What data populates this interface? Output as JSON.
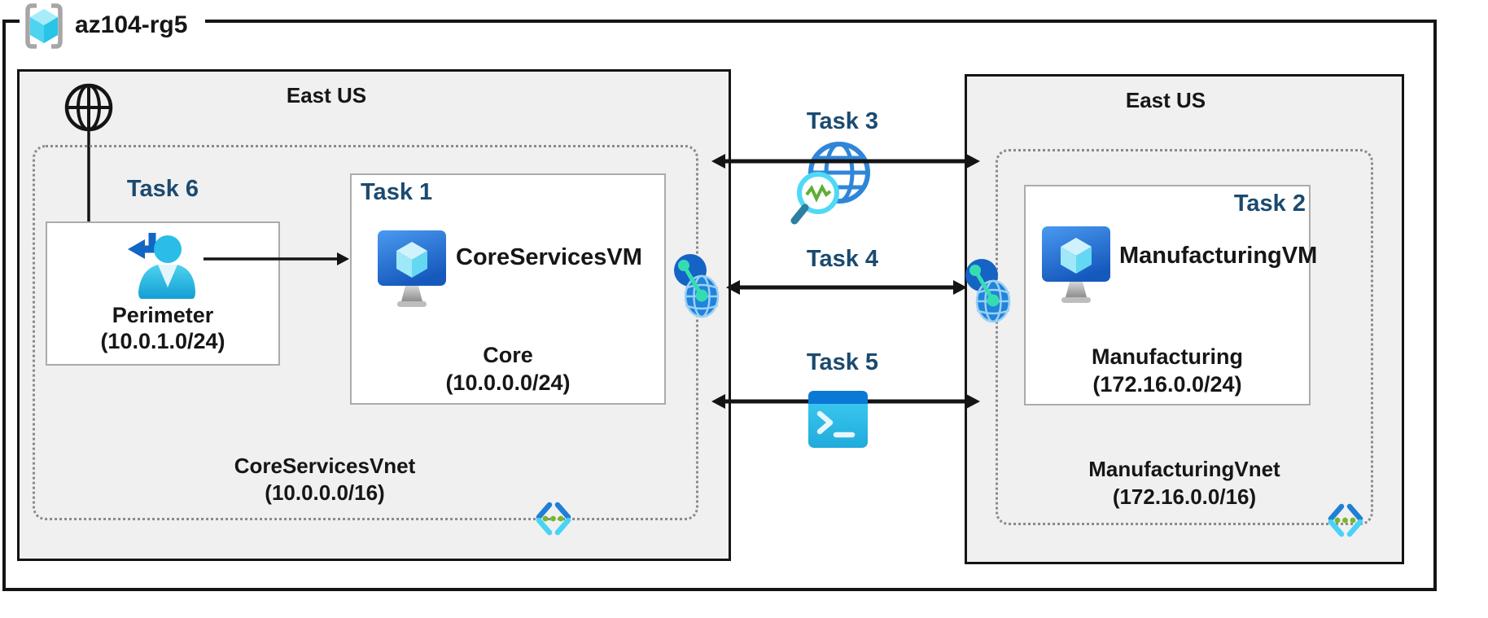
{
  "resource_group": {
    "name": "az104-rg5"
  },
  "regions": [
    {
      "location": "East US",
      "vnet": {
        "name": "CoreServicesVnet",
        "cidr": "(10.0.0.0/16)"
      },
      "subnets": [
        {
          "task": "Task 6",
          "name": "Perimeter",
          "cidr": "(10.0.1.0/24)",
          "icon": "user-return-icon"
        },
        {
          "task": "Task 1",
          "name": "Core",
          "cidr": "(10.0.0.0/24)",
          "vm": "CoreServicesVM",
          "icon": "virtual-machine-icon"
        }
      ]
    },
    {
      "location": "East US",
      "vnet": {
        "name": "ManufacturingVnet",
        "cidr": "(172.16.0.0/16)"
      },
      "subnets": [
        {
          "task": "Task 2",
          "name": "Manufacturing",
          "cidr": "(172.16.0.0/24)",
          "vm": "ManufacturingVM",
          "icon": "virtual-machine-icon"
        }
      ]
    }
  ],
  "connections": [
    {
      "label": "Task 3",
      "icon": "network-watcher-icon"
    },
    {
      "label": "Task 4",
      "icon": "vnet-peering-icon"
    },
    {
      "label": "Task 5",
      "icon": "cloud-shell-icon"
    }
  ],
  "icons": {
    "resource_group": "resource-group-icon",
    "internet": "internet-globe-icon",
    "perimeter_user": "user-return-icon",
    "virtual_machine": "virtual-machine-icon",
    "vnet_peering": "vnet-peering-icon",
    "network_watcher": "network-watcher-icon",
    "cloud_shell": "cloud-shell-icon",
    "virtual_network": "virtual-network-icon"
  },
  "colors": {
    "task_label": "#1b4a70",
    "region_background": "#f0f0f0",
    "border_black": "#141414",
    "azure_blue": "#0b78d6",
    "cube_cyan": "#35c8ea",
    "peering_teal": "#35dcb2",
    "vnet_green": "#76b82a",
    "gray_border": "#ababab"
  }
}
